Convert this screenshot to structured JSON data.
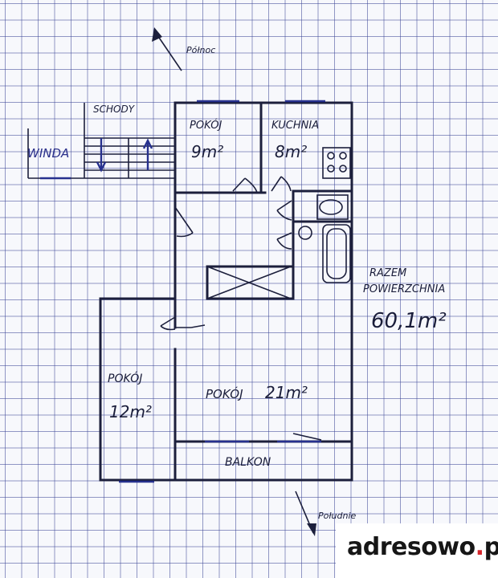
{
  "compass": {
    "north": "Północ",
    "south": "Południe"
  },
  "labels": {
    "winda": "WINDA",
    "schody": "SCHODY",
    "balkon": "BALKON"
  },
  "rooms": [
    {
      "name": "POKÓJ",
      "area": "9m²"
    },
    {
      "name": "KUCHNIA",
      "area": "8m²"
    },
    {
      "name": "POKÓJ",
      "area": "12m²"
    },
    {
      "name": "POKÓJ",
      "area": "21m²"
    }
  ],
  "total": {
    "line1": "RAZEM",
    "line2": "POWIERZCHNIA",
    "value": "60,1m²"
  },
  "logo": {
    "main": "adresowo",
    "dot": ".",
    "suffix": "pl"
  },
  "colors": {
    "grid": "#3c4696",
    "ink": "#1c1f3c",
    "pen_blue": "#26308e",
    "logo_dot": "#d6262c"
  }
}
